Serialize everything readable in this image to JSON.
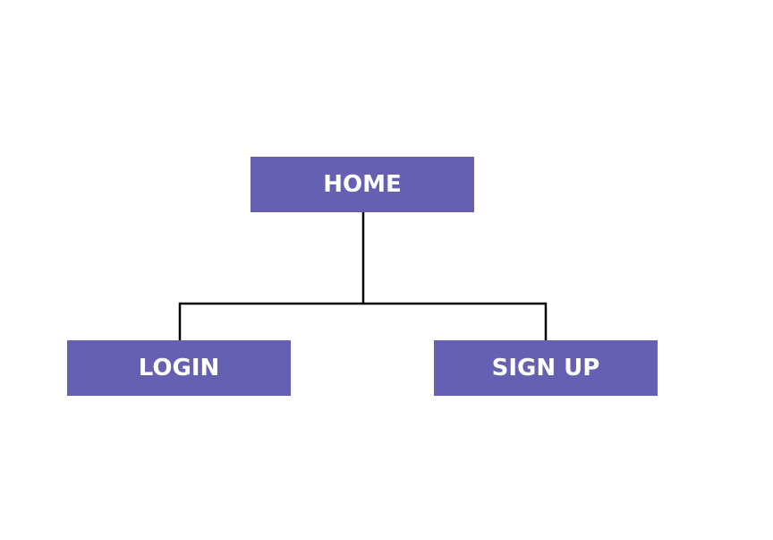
{
  "diagram": {
    "colors": {
      "node_fill": "#6660B3",
      "node_text": "#FFFFFF",
      "connector": "#000000",
      "background": "#FFFFFF"
    },
    "nodes": [
      {
        "id": "home",
        "label": "HOME"
      },
      {
        "id": "login",
        "label": "LOGIN"
      },
      {
        "id": "signup",
        "label": "SIGN UP"
      }
    ],
    "edges": [
      {
        "from": "home",
        "to": "login"
      },
      {
        "from": "home",
        "to": "signup"
      }
    ]
  }
}
